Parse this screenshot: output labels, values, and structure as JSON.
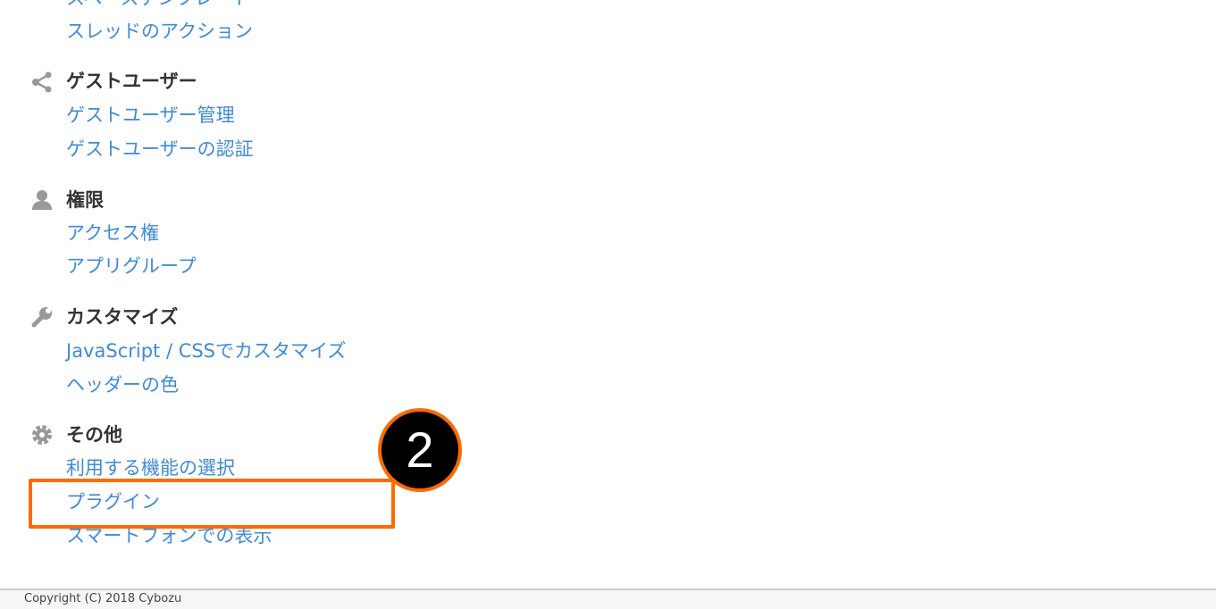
{
  "sections": [
    {
      "items": [
        "スペーステンプレート",
        "スレッドのアクション"
      ]
    },
    {
      "heading": "ゲストユーザー",
      "icon": "share-icon",
      "items": [
        "ゲストユーザー管理",
        "ゲストユーザーの認証"
      ]
    },
    {
      "heading": "権限",
      "icon": "user-icon",
      "items": [
        "アクセス権",
        "アプリグループ"
      ]
    },
    {
      "heading": "カスタマイズ",
      "icon": "wrench-icon",
      "items": [
        "JavaScript / CSSでカスタマイズ",
        "ヘッダーの色"
      ]
    },
    {
      "heading": "その他",
      "icon": "gear-icon",
      "items": [
        "利用する機能の選択",
        "プラグイン",
        "スマートフォンでの表示"
      ]
    }
  ],
  "annotation": {
    "step": "2",
    "color": "#ff6a00"
  },
  "footer": {
    "copyright": "Copyright (C) 2018 Cybozu"
  }
}
